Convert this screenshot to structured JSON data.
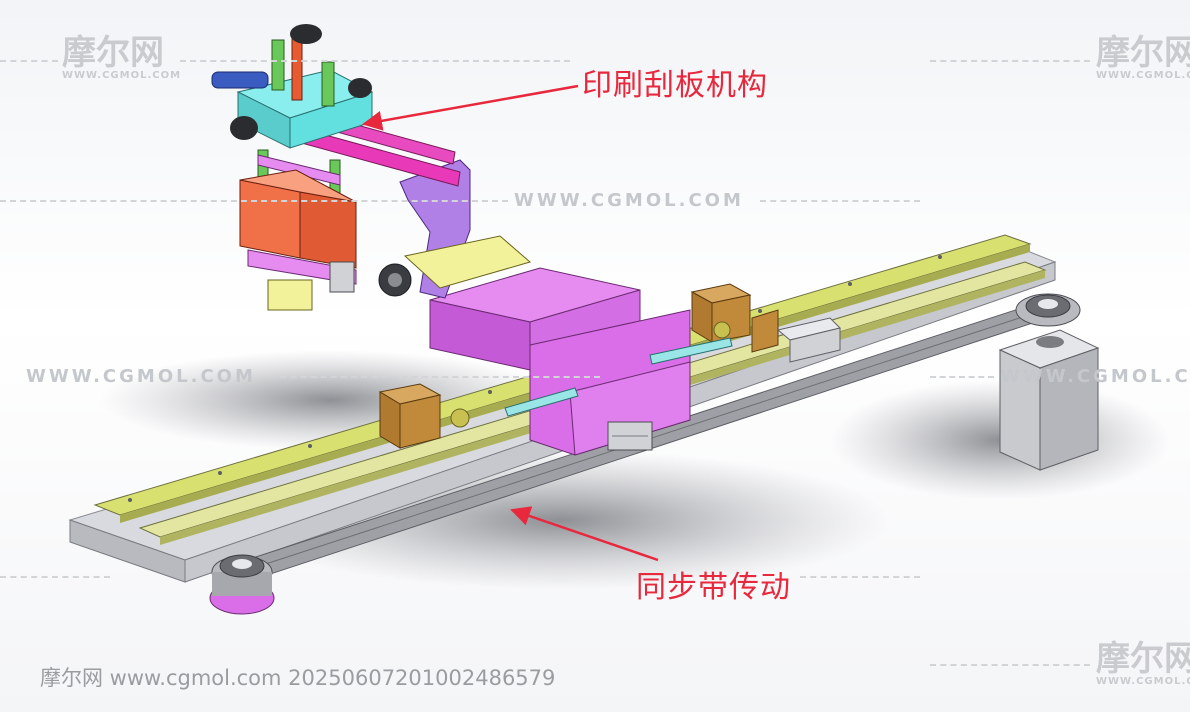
{
  "annotations": {
    "top_label": "印刷刮板机构",
    "bottom_label": "同步带传动"
  },
  "watermarks": {
    "logo_text": "摩尔网",
    "logo_sub": "WWW.CGMOL.COM",
    "url_text": "WWW.CGMOL.COM",
    "footer": "摩尔网 www.cgmol.com 20250607201002486579"
  },
  "colors": {
    "label_red": "#e8283c",
    "carriage_magenta": "#d96ee8",
    "bracket_purple": "#b080e6",
    "head_cyan": "#62e0e0",
    "rod_pink": "#e83ab8",
    "block_orange": "#f07048",
    "rail_yellow": "#d8e070",
    "bearing_brown": "#c08a3a",
    "frame_grey": "#cdd0d6",
    "motor_grey": "#d0d2d6"
  }
}
